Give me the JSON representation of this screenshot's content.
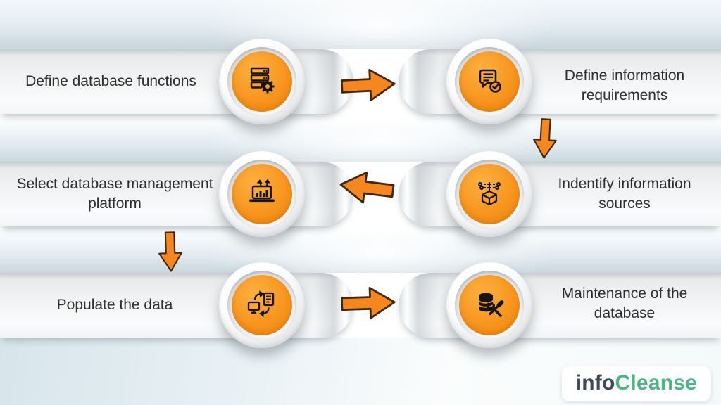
{
  "steps": [
    {
      "label": "Define database functions",
      "icon": "database-gear-icon"
    },
    {
      "label": "Define information requirements",
      "icon": "document-check-icon"
    },
    {
      "label": "Indentify information sources",
      "icon": "box-network-icon"
    },
    {
      "label": "Select database management platform",
      "icon": "laptop-chart-icon"
    },
    {
      "label": "Populate the data",
      "icon": "device-sync-icon"
    },
    {
      "label": "Maintenance of the database",
      "icon": "database-repair-icon"
    }
  ],
  "flow": [
    "right",
    "down",
    "left",
    "down",
    "right"
  ],
  "logo": {
    "prefix": "info",
    "suffix": "Cleanse"
  },
  "colors": {
    "badge_orange": "#f7941d",
    "arrow_fill": "#f6871f",
    "arrow_outline": "#40270e",
    "text": "#2d2d2d",
    "logo_prefix": "#3d4a59",
    "logo_suffix": "#4db584",
    "ribbon_light": "#f2f4f5",
    "background_blue": "#cfdde4"
  }
}
